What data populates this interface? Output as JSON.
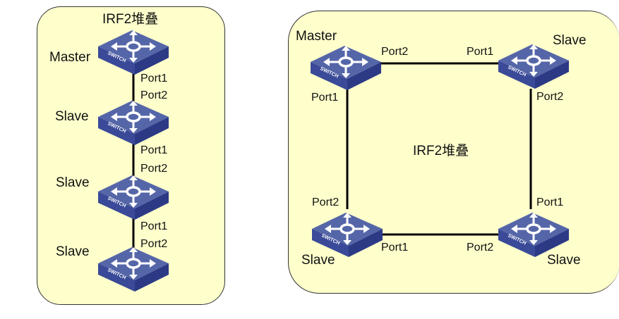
{
  "colors": {
    "panel_fill": "#ffffcc",
    "switch_top": "#5566a8",
    "switch_side": "#2c3a86",
    "link": "#000000"
  },
  "chain_stack": {
    "title": "IRF2堆叠",
    "topology": "chain",
    "devices": [
      {
        "role": "Master",
        "icon": "switch-icon",
        "icon_text": "SWITCH",
        "ports_below": "Port1"
      },
      {
        "role": "Slave",
        "icon": "switch-icon",
        "icon_text": "SWITCH",
        "ports_above": "Port2",
        "ports_below": "Port1"
      },
      {
        "role": "Slave",
        "icon": "switch-icon",
        "icon_text": "SWITCH",
        "ports_above": "Port2",
        "ports_below": "Port1"
      },
      {
        "role": "Slave",
        "icon": "switch-icon",
        "icon_text": "SWITCH",
        "ports_above": "Port2"
      }
    ]
  },
  "ring_stack": {
    "title": "IRF2堆叠",
    "topology": "ring",
    "devices": [
      {
        "position": "top-left",
        "role": "Master",
        "icon": "switch-icon",
        "icon_text": "SWITCH",
        "port_right": "Port2",
        "port_down": "Port1"
      },
      {
        "position": "top-right",
        "role": "Slave",
        "icon": "switch-icon",
        "icon_text": "SWITCH",
        "port_left": "Port1",
        "port_down": "Port2"
      },
      {
        "position": "bottom-left",
        "role": "Slave",
        "icon": "switch-icon",
        "icon_text": "SWITCH",
        "port_up": "Port2",
        "port_right": "Port1"
      },
      {
        "position": "bottom-right",
        "role": "Slave",
        "icon": "switch-icon",
        "icon_text": "SWITCH",
        "port_up": "Port1",
        "port_left": "Port2"
      }
    ]
  }
}
